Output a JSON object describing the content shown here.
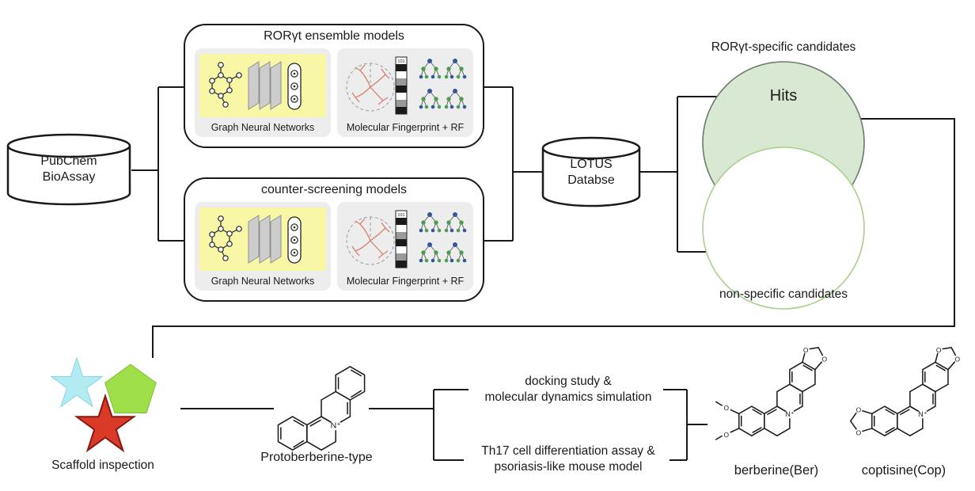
{
  "databases": {
    "pubchem": {
      "label": "PubChem\nBioAssay"
    },
    "lotus": {
      "label": "LOTUS\nDatabse"
    }
  },
  "model_boxes": {
    "ensemble": {
      "title": "RORγt ensemble models",
      "gnn_label": "Graph Neural Networks",
      "fp_label": "Molecular Fingerprint + RF"
    },
    "counter": {
      "title": "counter-screening models",
      "gnn_label": "Graph Neural Networks",
      "fp_label": "Molecular Fingerprint + RF"
    }
  },
  "fingerprint": {
    "bits": "101"
  },
  "venn": {
    "title": "RORγt-specific candidates",
    "hits_label": "Hits",
    "nonspecific_label": "non-specific candidates",
    "hits_fill": "#d9e8d2"
  },
  "bottom": {
    "scaffold_label": "Scaffold inspection",
    "protoberberine_label": "Protoberberine-type",
    "docking_text": "docking study &\nmolecular dynamics simulation",
    "th17_text": "Th17 cell differentiation assay &\npsoriasis-like mouse model",
    "berberine_label": "berberine(Ber)",
    "coptisine_label": "coptisine(Cop)"
  },
  "atoms": {
    "n_plus": "N⁺",
    "o": "O"
  },
  "colors": {
    "gnn_bg": "#f7f7a5",
    "cyan_star": "#b2ecf2",
    "green_pentagon": "#9ede49",
    "red_star": "#da3b28",
    "dendrogram": "#d98070"
  }
}
